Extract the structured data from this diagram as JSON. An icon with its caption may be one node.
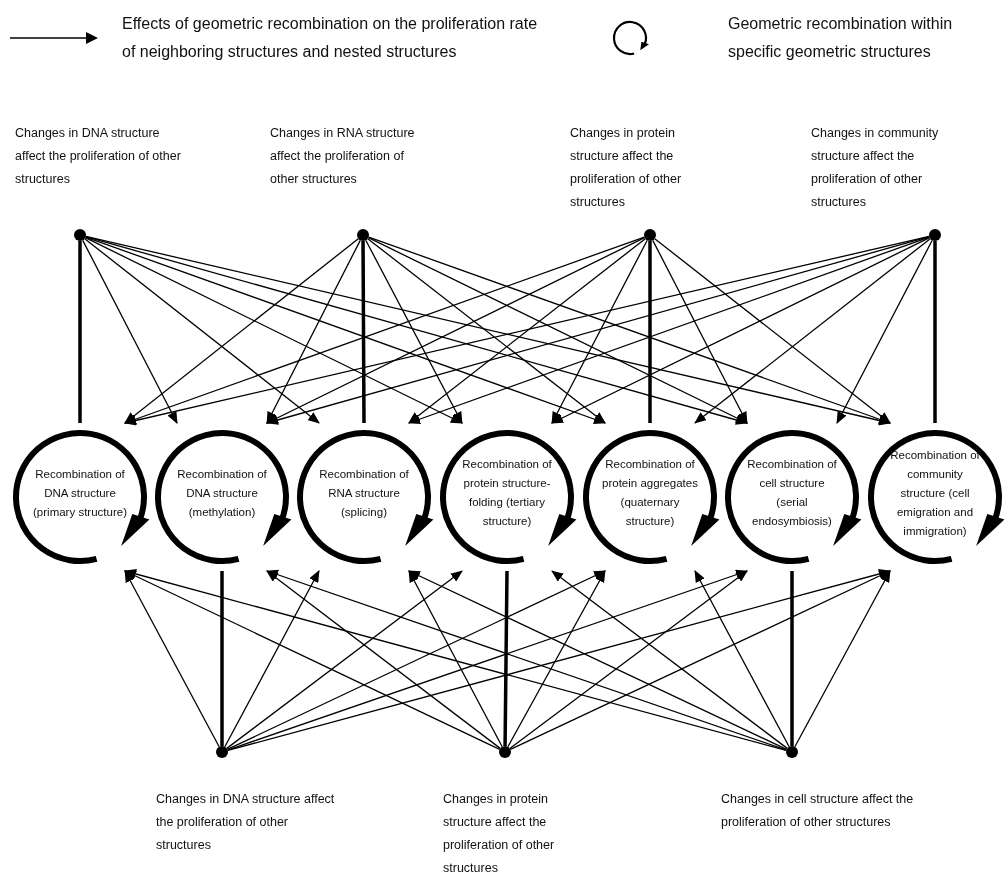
{
  "diagram": {
    "nodes": [
      {
        "text": [],
        "shape": "circle",
        "beside": [
          "Changes in DNA structure affect the proliferation of other structures"
        ]
      },
      {
        "text": [],
        "shape": "circle",
        "beside": [
          "Changes in RNA structure affect the proliferation of other structures"
        ]
      },
      {
        "text": [],
        "shape": "circle",
        "beside": [
          "Changes in protein structure affect the proliferation of other structures"
        ]
      },
      {
        "text": [],
        "shape": "circle",
        "beside": [
          "Changes in community structure affect the proliferation of other structures"
        ]
      },
      {
        "text": [
          "Recombination of DNA structure (primary structure)"
        ]
      },
      {
        "text": [
          "Recombination of DNA structure (methylation)"
        ]
      },
      {
        "text": [
          "Recombination of RNA structure (splicing)"
        ]
      },
      {
        "text": [
          "Recombination of protein structure- folding (tertiary structure)"
        ]
      },
      {
        "text": [
          "Recombination of protein aggregates (quaternary structure)"
        ]
      },
      {
        "text": [
          "Recombination of cell structure (serial endosymbiosis)"
        ]
      },
      {
        "text": [
          "Recombination of community structure (cell emigration and immigration)"
        ]
      },
      {
        "text": [],
        "shape": "circle",
        "beside": [
          "Changes in DNA structure affect the proliferation of other structures"
        ]
      },
      {
        "text": [],
        "shape": "circle",
        "beside": [
          "Changes in protein structure affect the proliferation of other structures"
        ]
      },
      {
        "text": [],
        "shape": "circle",
        "beside": [
          "Changes in cell structure affect the proliferation of other structures"
        ]
      }
    ],
    "edges": [
      {
        "from": 0,
        "to": 4,
        "arrow": "none",
        "style": "thick"
      },
      {
        "from": 0,
        "to": 5,
        "arrow": "to"
      },
      {
        "from": 0,
        "to": 6,
        "arrow": "to"
      },
      {
        "from": 0,
        "to": 7,
        "arrow": "to"
      },
      {
        "from": 0,
        "to": 8,
        "arrow": "to"
      },
      {
        "from": 0,
        "to": 9,
        "arrow": "to"
      },
      {
        "from": 0,
        "to": 10,
        "arrow": "to"
      },
      {
        "from": 1,
        "to": 4,
        "arrow": "to"
      },
      {
        "from": 1,
        "to": 5,
        "arrow": "to"
      },
      {
        "from": 1,
        "to": 6,
        "arrow": "none",
        "style": "thick"
      },
      {
        "from": 1,
        "to": 7,
        "arrow": "to"
      },
      {
        "from": 1,
        "to": 8,
        "arrow": "to"
      },
      {
        "from": 1,
        "to": 9,
        "arrow": "to"
      },
      {
        "from": 1,
        "to": 10,
        "arrow": "to"
      },
      {
        "from": 2,
        "to": 4,
        "arrow": "to"
      },
      {
        "from": 2,
        "to": 5,
        "arrow": "to"
      },
      {
        "from": 2,
        "to": 6,
        "arrow": "to"
      },
      {
        "from": 2,
        "to": 7,
        "arrow": "to"
      },
      {
        "from": 2,
        "to": 8,
        "arrow": "none",
        "style": "thick"
      },
      {
        "from": 2,
        "to": 9,
        "arrow": "to"
      },
      {
        "from": 2,
        "to": 10,
        "arrow": "to"
      },
      {
        "from": 3,
        "to": 4,
        "arrow": "to"
      },
      {
        "from": 3,
        "to": 5,
        "arrow": "to"
      },
      {
        "from": 3,
        "to": 6,
        "arrow": "to"
      },
      {
        "from": 3,
        "to": 7,
        "arrow": "to"
      },
      {
        "from": 3,
        "to": 8,
        "arrow": "to"
      },
      {
        "from": 3,
        "to": 9,
        "arrow": "to"
      },
      {
        "from": 3,
        "to": 10,
        "arrow": "none",
        "style": "thick"
      },
      {
        "from": 11,
        "to": 4,
        "arrow": "to"
      },
      {
        "from": 11,
        "to": 5,
        "arrow": "none",
        "style": "thick"
      },
      {
        "from": 11,
        "to": 6,
        "arrow": "to"
      },
      {
        "from": 11,
        "to": 7,
        "arrow": "to"
      },
      {
        "from": 11,
        "to": 8,
        "arrow": "to"
      },
      {
        "from": 11,
        "to": 9,
        "arrow": "to"
      },
      {
        "from": 11,
        "to": 10,
        "arrow": "to"
      },
      {
        "from": 12,
        "to": 4,
        "arrow": "to"
      },
      {
        "from": 12,
        "to": 5,
        "arrow": "to"
      },
      {
        "from": 12,
        "to": 6,
        "arrow": "to"
      },
      {
        "from": 12,
        "to": 7,
        "arrow": "none",
        "style": "thick"
      },
      {
        "from": 12,
        "to": 8,
        "arrow": "to"
      },
      {
        "from": 12,
        "to": 9,
        "arrow": "to"
      },
      {
        "from": 12,
        "to": 10,
        "arrow": "to"
      },
      {
        "from": 13,
        "to": 4,
        "arrow": "to"
      },
      {
        "from": 13,
        "to": 5,
        "arrow": "to"
      },
      {
        "from": 13,
        "to": 6,
        "arrow": "to"
      },
      {
        "from": 13,
        "to": 7,
        "arrow": "to"
      },
      {
        "from": 13,
        "to": 8,
        "arrow": "to"
      },
      {
        "from": 13,
        "to": 9,
        "arrow": "none",
        "style": "thick"
      },
      {
        "from": 13,
        "to": 10,
        "arrow": "to"
      }
    ],
    "legend": [
      {
        "text": "Effects of geometric recombination on the proliferation rate of neighboring structures and nested structures"
      },
      {
        "text": "Geometric recombination within specific geometric structures"
      }
    ]
  }
}
